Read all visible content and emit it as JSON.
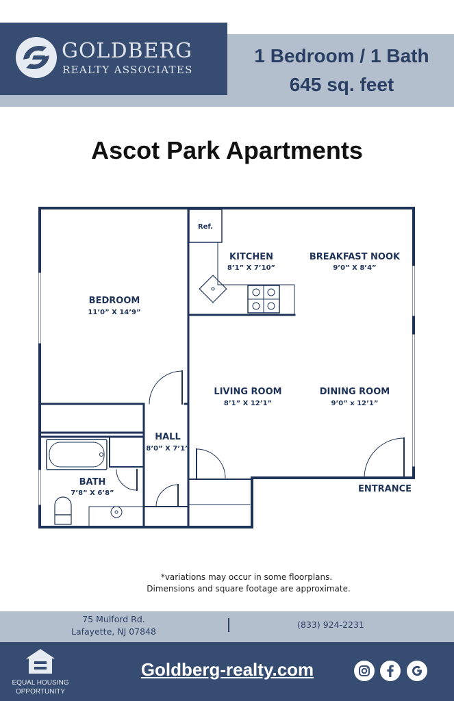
{
  "header": {
    "brand_name": "GOLDBERG",
    "brand_sub": "REALTY ASSOCIATES",
    "unit_type": "1 Bedroom / 1 Bath",
    "unit_size": "645 sq. feet"
  },
  "title": "Ascot Park Apartments",
  "floorplan": {
    "rooms": {
      "bedroom": {
        "name": "BEDROOM",
        "dims": "11’0” X 14’9”"
      },
      "kitchen": {
        "name": "KITCHEN",
        "dims": "8’1” X 7’10”"
      },
      "breakfast_nook": {
        "name": "BREAKFAST NOOK",
        "dims": "9’0” X 8’4”"
      },
      "living_room": {
        "name": "LIVING ROOM",
        "dims": "8’1” X 12’1”"
      },
      "dining_room": {
        "name": "DINING ROOM",
        "dims": "9’0” x 12’1”"
      },
      "hall": {
        "name": "HALL",
        "dims": "8’0” X 7’1”"
      },
      "bath": {
        "name": "BATH",
        "dims": "7’8” X 6’8”"
      }
    },
    "fridge_label": "Ref.",
    "entrance_label": "ENTRANCE"
  },
  "notes": {
    "line1": "*variations may occur in some floorplans.",
    "line2": "Dimensions and square footage are approximate."
  },
  "contact": {
    "address_line1": "75 Mulford Rd.",
    "address_line2": "Lafayette, NJ 07848",
    "phone": "(833) 924-2231"
  },
  "footer": {
    "eho_line1": "EQUAL HOUSING",
    "eho_line2": "OPPORTUNITY",
    "website": "Goldberg-realty.com",
    "social_icons": [
      "instagram-icon",
      "facebook-icon",
      "google-icon"
    ]
  },
  "colors": {
    "navy": "#374c71",
    "band": "#b3bfcc",
    "plan_line": "#1f3358"
  }
}
